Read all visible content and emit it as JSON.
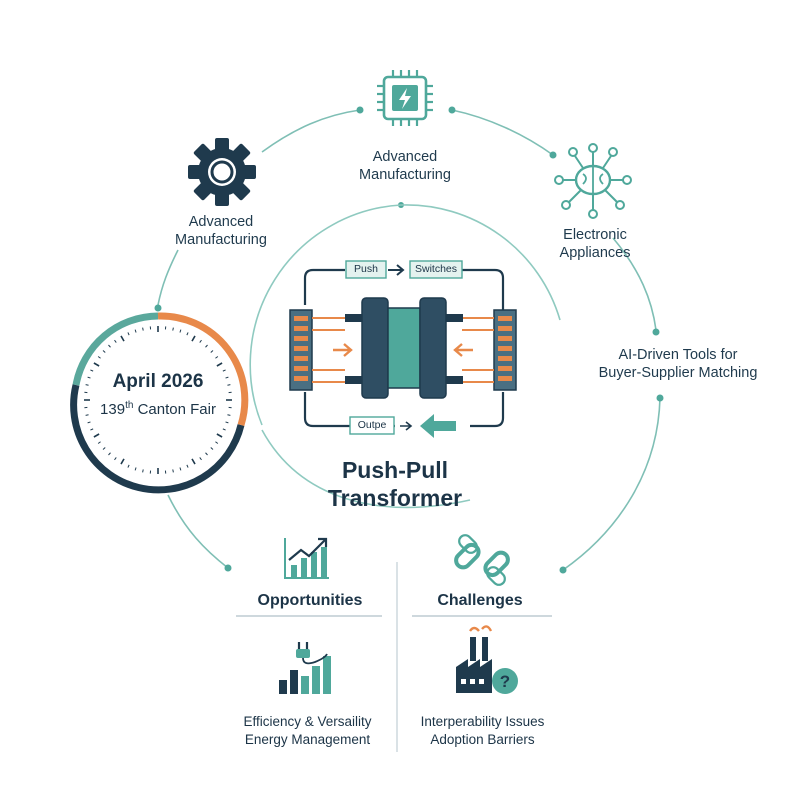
{
  "nodes": {
    "top": {
      "line1": "Advanced",
      "line2": "Manufacturing",
      "icon": "microchip-lightning-icon"
    },
    "left": {
      "line1": "Advanced",
      "line2": "Manufacturing",
      "icon": "gear-icon"
    },
    "right": {
      "line1": "Electronic",
      "line2": "Appliances",
      "icon": "brain-circuit-icon"
    },
    "right_mid": {
      "line1": "AI-Driven Tools for",
      "line2": "Buyer-Supplier Matching"
    }
  },
  "event": {
    "date": "April 2026",
    "edition_number": "139",
    "edition_suffix": "th",
    "edition_name": " Canton Fair"
  },
  "center": {
    "title_line1": "Push-Pull",
    "title_line2": "Transformer",
    "push_label": "Push",
    "switches_label": "Switches",
    "output_label": "Outpe"
  },
  "sections": {
    "opportunities": {
      "heading": "Opportunities",
      "line1": "Efficiency & Versaility",
      "line2": "Energy Management",
      "icon": "growth-chart-icon",
      "sub_icon": "energy-plug-bars-icon"
    },
    "challenges": {
      "heading": "Challenges",
      "line1": "Interperability Issues",
      "line2": "Adoption Barriers",
      "icon": "broken-link-icon",
      "sub_icon": "factory-question-icon"
    }
  },
  "colors": {
    "navy": "#1f3a4d",
    "teal": "#4fa89b",
    "orange": "#e8894a",
    "light_teal": "#8fcac0"
  }
}
